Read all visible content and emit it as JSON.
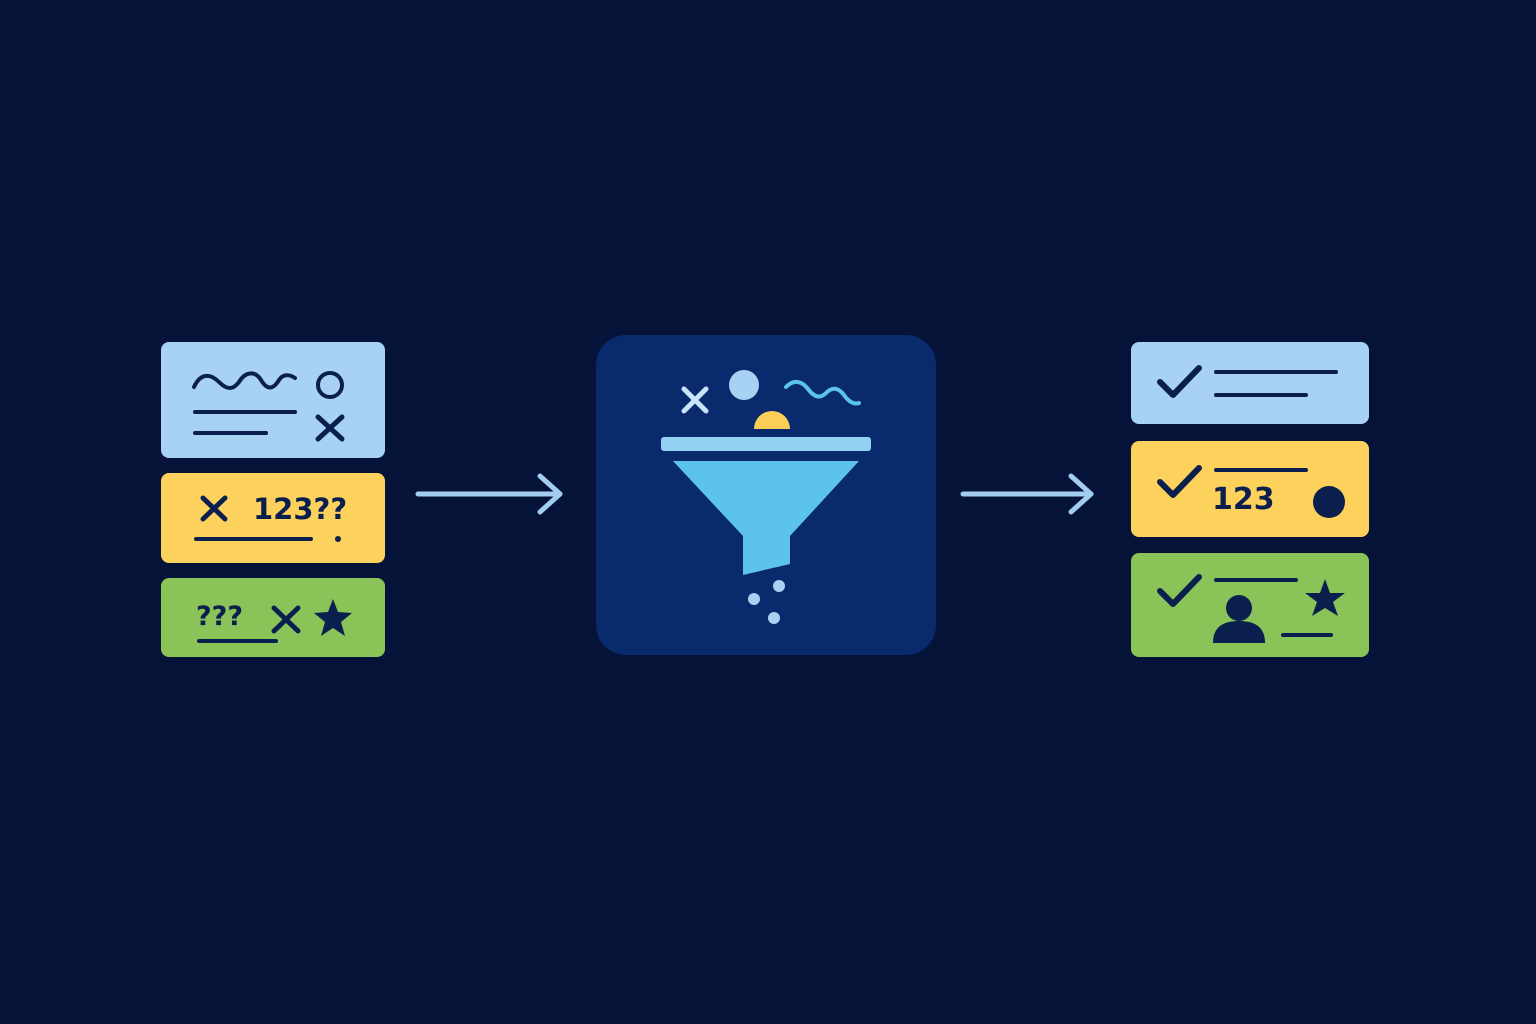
{
  "colors": {
    "background": "#061338",
    "card_blue": "#a8d2f3",
    "card_yellow": "#fdd25c",
    "card_green": "#8ac458",
    "ink": "#0b1f4e",
    "arrow": "#a3cdf0",
    "filter_panel": "#0a2a6e",
    "funnel": "#5bc3ec",
    "funnel_rim": "#93d1f3",
    "particle_yellow": "#fbce55"
  },
  "input_cards": [
    {
      "color": "blue",
      "text": ""
    },
    {
      "color": "yellow",
      "text": "123??"
    },
    {
      "color": "green",
      "text": "???"
    }
  ],
  "output_cards": [
    {
      "color": "blue",
      "text": ""
    },
    {
      "color": "yellow",
      "text": "123"
    },
    {
      "color": "green",
      "text": ""
    }
  ],
  "icons": [
    "scribble-icon",
    "circle-icon",
    "x-mark-icon",
    "star-icon",
    "arrow-right-icon",
    "funnel-icon",
    "checkmark-icon",
    "user-icon",
    "dot-icon"
  ]
}
